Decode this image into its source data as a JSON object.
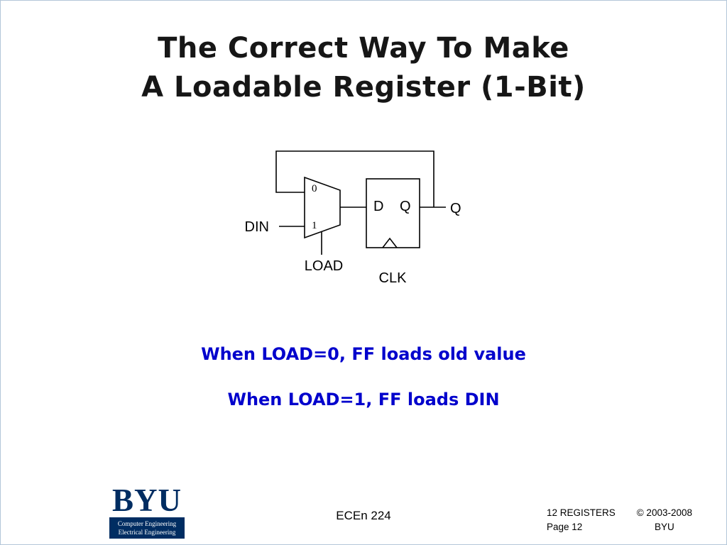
{
  "slide": {
    "title_line1": "The Correct Way To Make",
    "title_line2": "A Loadable Register (1-Bit)"
  },
  "diagram": {
    "labels": {
      "mux_in0": "0",
      "mux_in1": "1",
      "din": "DIN",
      "load": "LOAD",
      "clk": "CLK",
      "ff_d": "D",
      "ff_q": "Q",
      "q_out": "Q"
    }
  },
  "notes": {
    "line1": "When LOAD=0, FF loads old value",
    "line2": "When LOAD=1, FF loads DIN",
    "color": "#0000cc"
  },
  "footer": {
    "logo_text": "BYU",
    "logo_sub1": "Computer Engineering",
    "logo_sub2": "Electrical Engineering",
    "logo_color": "#002d62",
    "course": "ECEn 224",
    "deck": "12 REGISTERS",
    "page": "Page 12",
    "copyright": "© 2003-2008",
    "org": "BYU"
  }
}
